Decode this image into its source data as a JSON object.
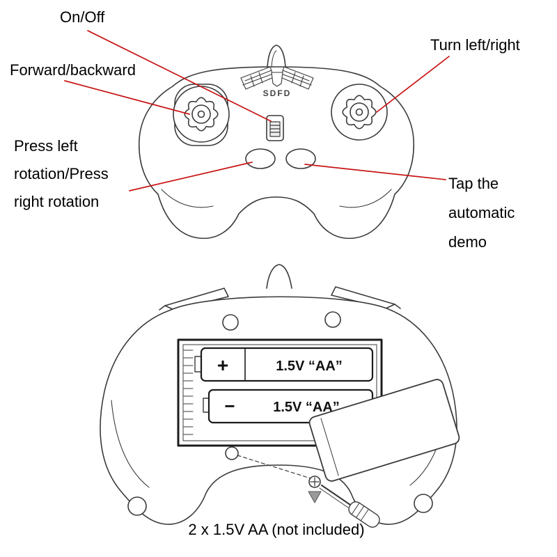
{
  "colors": {
    "leader_line": "#c81414",
    "outline": "#3a3a3a",
    "dark_outline": "#1c1c1c",
    "text": "#000000",
    "background": "#ffffff"
  },
  "front_view": {
    "logo": "SDFD",
    "labels": {
      "on_off": "On/Off",
      "forward_backward": "Forward/backward",
      "turn_left_right": "Turn left/right",
      "press_rotation": [
        "Press left",
        "rotation/Press",
        "right rotation"
      ],
      "tap_demo": [
        "Tap the",
        "automatic",
        "demo"
      ]
    }
  },
  "back_view": {
    "battery_slots": [
      {
        "sign": "+",
        "label": "1.5V “AA”"
      },
      {
        "sign": "−",
        "label": "1.5V “AA”"
      }
    ],
    "caption": "2 x 1.5V AA (not included)"
  }
}
